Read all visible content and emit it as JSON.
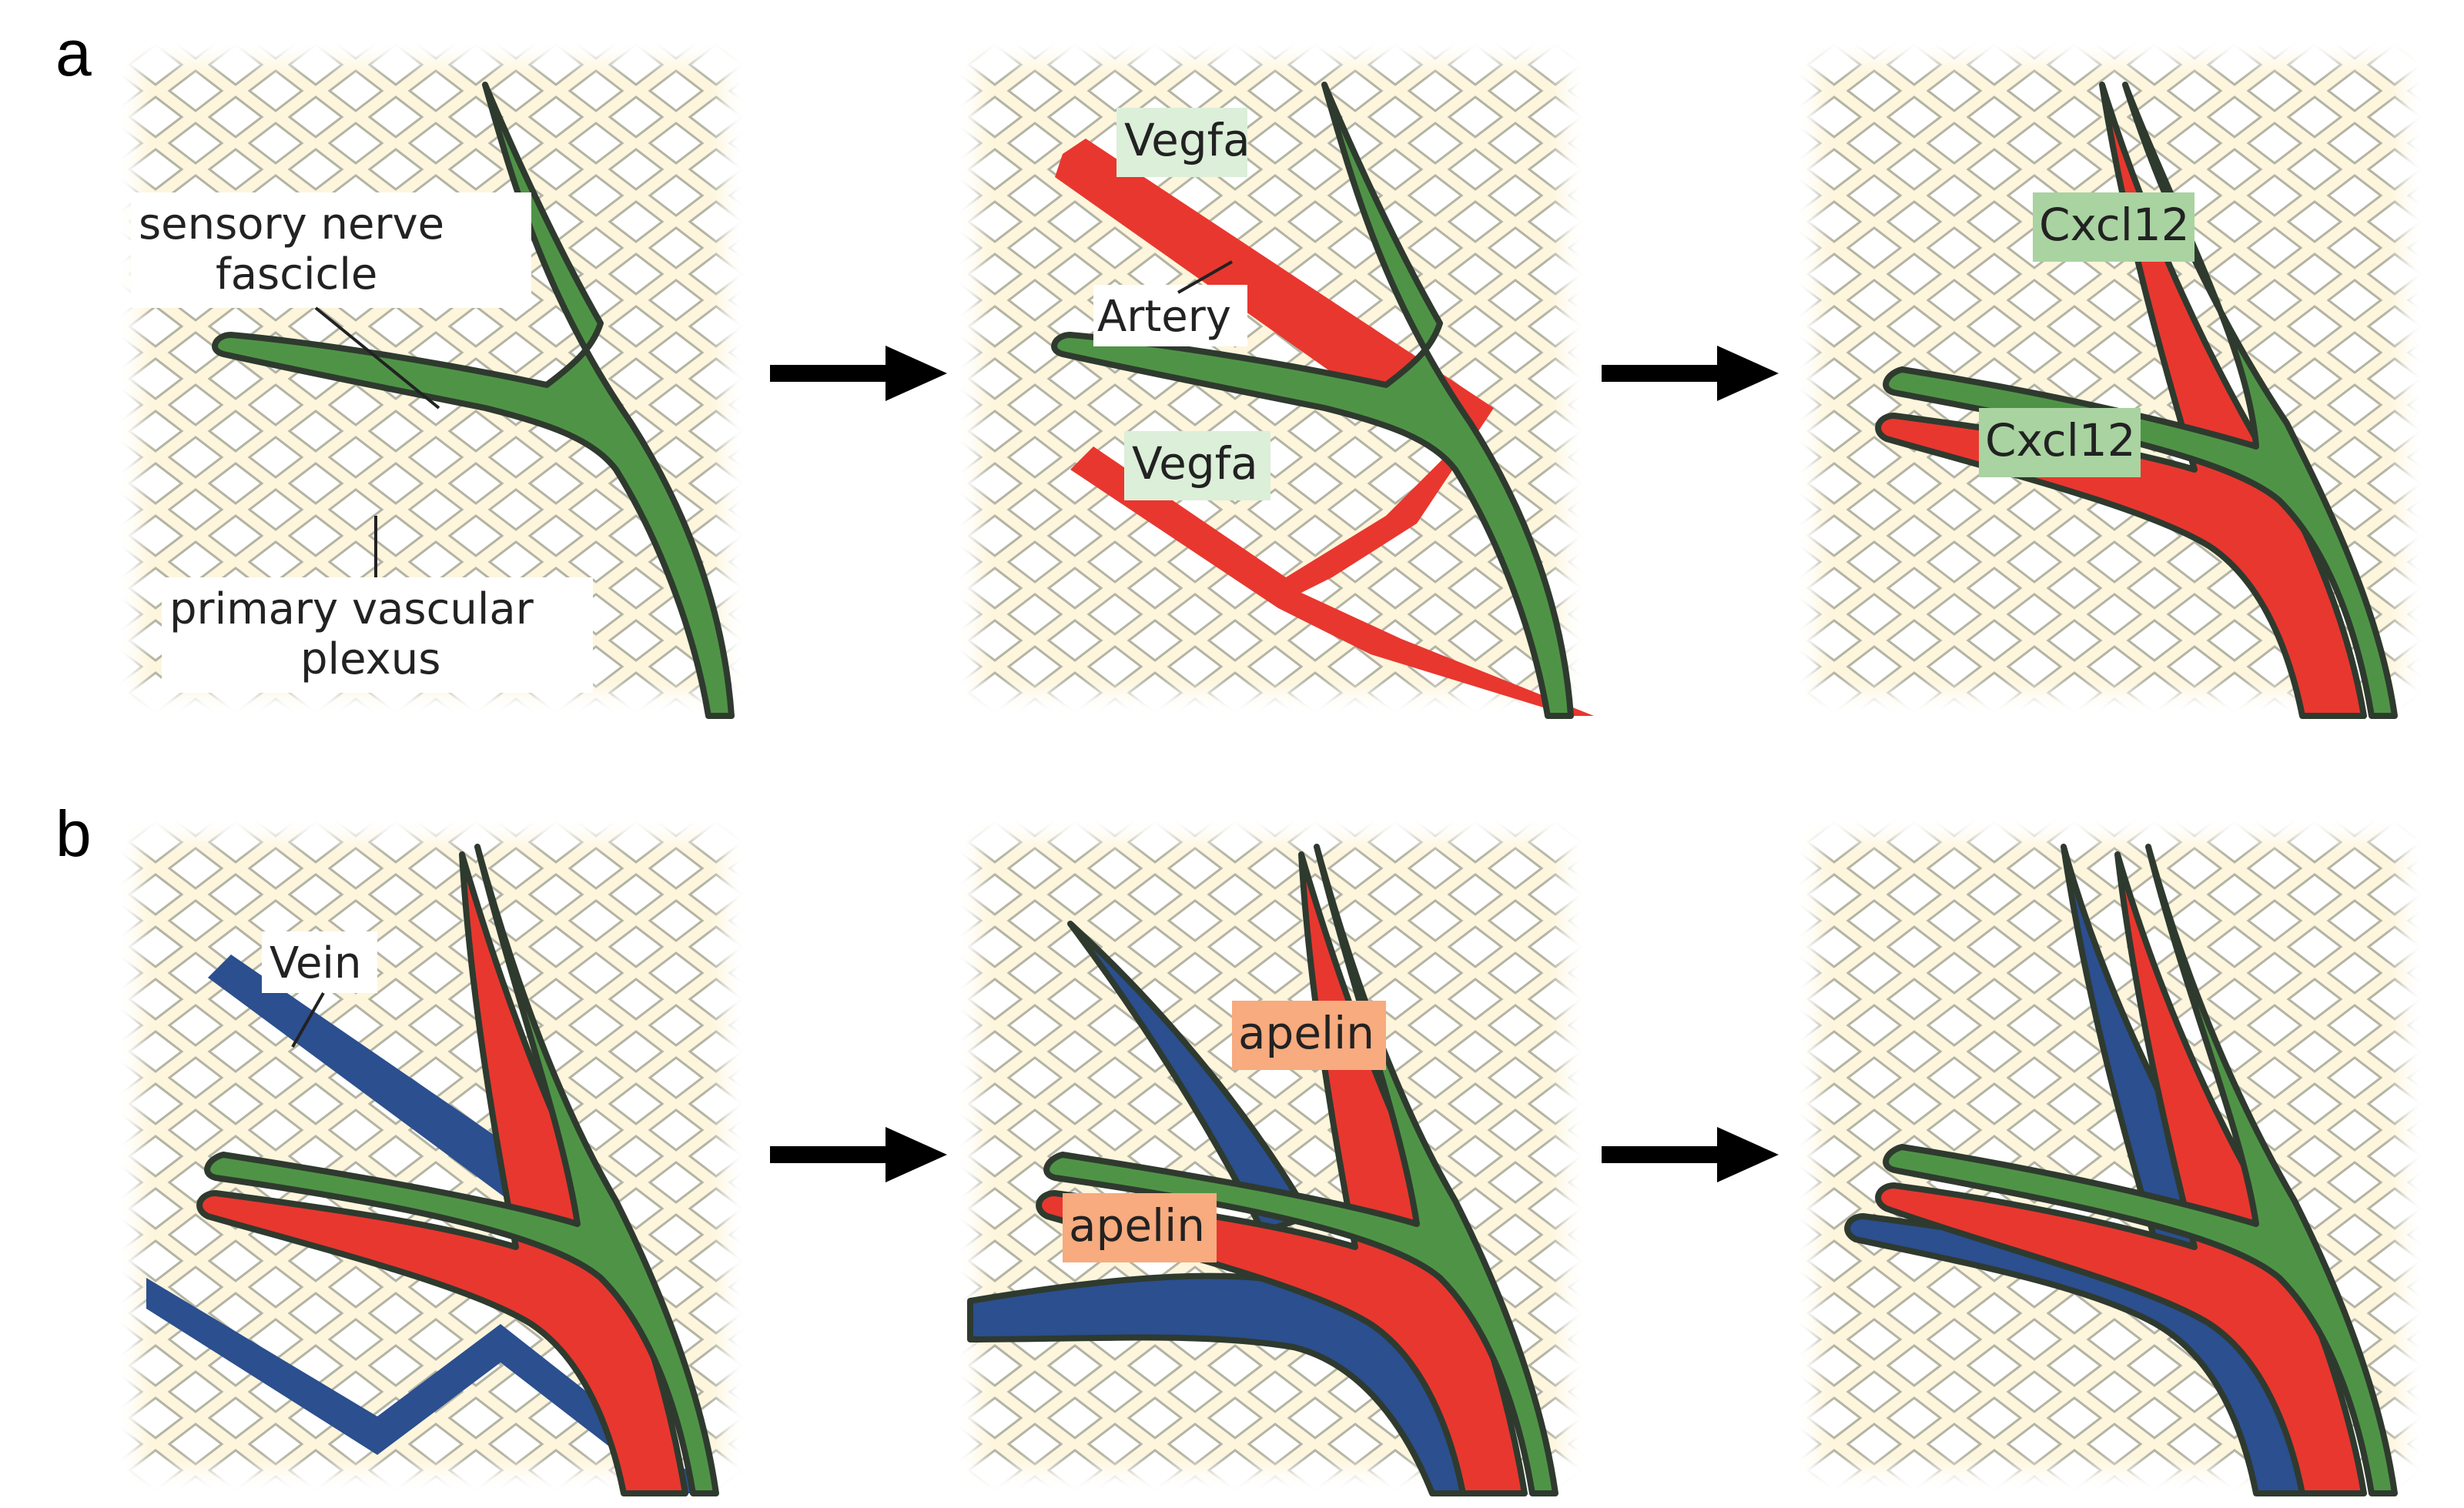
{
  "figure": {
    "rows": [
      {
        "letter": "a",
        "panels": [
          {
            "labels": [
              "sensory nerve",
              "fascicle",
              "primary vascular",
              "plexus"
            ]
          },
          {
            "labels": [
              "Vegfa",
              "Artery",
              "Vegfa"
            ]
          },
          {
            "labels": [
              "Cxcl12",
              "Cxcl12"
            ]
          }
        ]
      },
      {
        "letter": "b",
        "panels": [
          {
            "labels": [
              "Vein"
            ]
          },
          {
            "labels": [
              "apelin",
              "apelin"
            ]
          },
          {
            "labels": []
          }
        ]
      }
    ]
  },
  "colors": {
    "background_tissue": "#fdf5dc",
    "mesh_holes": "#ffffff",
    "nerve": "#4f9446",
    "artery": "#e8372f",
    "vein": "#2b4f8f",
    "outline": "#2f3a2f",
    "vegfa_tag": "#dcefd9",
    "cxcl12_tag": "#a9d3a1",
    "apelin_tag": "#f7ab7e",
    "arrow": "#000000"
  },
  "icons": [
    "right-arrow-icon",
    "right-arrow-icon",
    "right-arrow-icon",
    "right-arrow-icon"
  ]
}
